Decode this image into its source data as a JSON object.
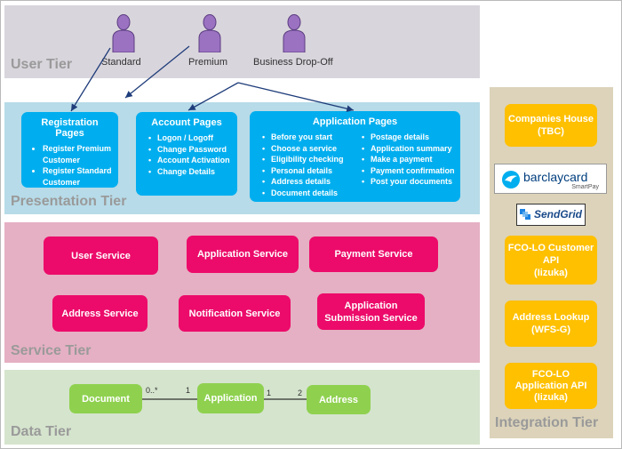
{
  "tiers": {
    "user": "User Tier",
    "presentation": "Presentation Tier",
    "service": "Service Tier",
    "data": "Data Tier",
    "integration": "Integration Tier"
  },
  "users": [
    {
      "label": "Standard",
      "icon": "person-icon"
    },
    {
      "label": "Premium",
      "icon": "person-icon"
    },
    {
      "label": "Business Drop-Off",
      "icon": "person-icon"
    }
  ],
  "presentation": {
    "registration": {
      "title": "Registration Pages",
      "items": [
        "Register Premium Customer",
        "Register Standard Customer"
      ]
    },
    "account": {
      "title": "Account Pages",
      "items": [
        "Logon / Logoff",
        "Change Password",
        "Account Activation",
        "Change Details"
      ]
    },
    "application": {
      "title": "Application Pages",
      "left_items": [
        "Before you start",
        "Choose a service",
        "Eligibility checking",
        "Personal details",
        "Address details",
        "Document details"
      ],
      "right_items": [
        "Postage details",
        "Application summary",
        "Make a payment",
        "Payment confirmation",
        "Post your documents"
      ]
    }
  },
  "services": {
    "user": "User  Service",
    "application": "Application Service",
    "payment": "Payment Service",
    "address": "Address Service",
    "notification": "Notification Service",
    "submission_line1": "Application",
    "submission_line2": "Submission Service"
  },
  "data": {
    "document": "Document",
    "application": "Application",
    "address": "Address",
    "mult_doc": "0..*",
    "mult_app_left": "1",
    "mult_app_right": "1",
    "mult_addr": "2"
  },
  "integration": {
    "companies_house_1": "Companies House",
    "companies_house_2": "(TBC)",
    "barclaycard": "barclaycard",
    "smartpay": "SmartPay",
    "sendgrid": "SendGrid",
    "fco_customer_1": "FCO-LO Customer",
    "fco_customer_2": "API",
    "fco_customer_3": "(Iizuka)",
    "address_lookup_1": "Address Lookup",
    "address_lookup_2": "(WFS-G)",
    "fco_app_1": "FCO-LO",
    "fco_app_2": "Application  API",
    "fco_app_3": "(Iizuka)"
  },
  "colors": {
    "user_tier": "#d9d5dc",
    "presentation_tier": "#b7dbe8",
    "service_tier": "#e5b0c3",
    "data_tier": "#d5e4cd",
    "integration_tier": "#dcd3ba",
    "blue": "#00aeef",
    "pink": "#ec0b6a",
    "green": "#8fd14f",
    "orange": "#ffc000",
    "person": "#9b72c2"
  }
}
